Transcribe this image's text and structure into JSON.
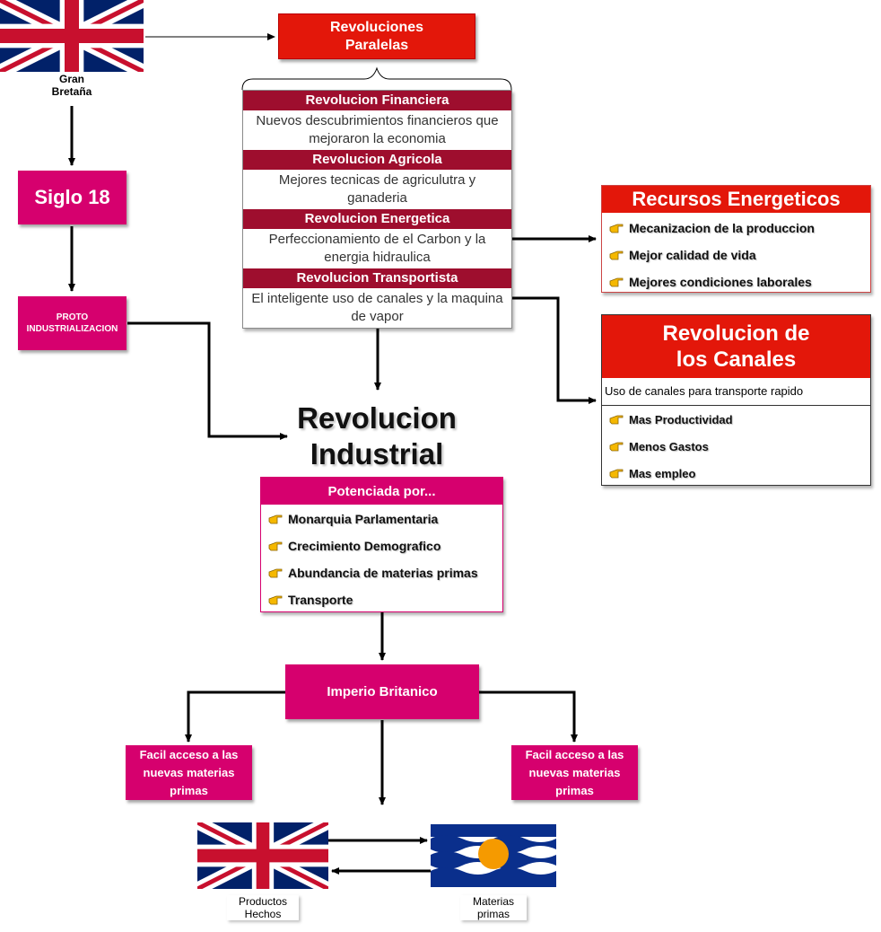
{
  "flags": {
    "uk_top_caption": "Gran\nBretaña",
    "uk_bottom_caption": "Productos\nHechos",
    "colony_caption": "Materias\nprimas"
  },
  "revoluciones_paralelas": {
    "title": "Revoluciones\nParalelas"
  },
  "siglo": {
    "label": "Siglo 18"
  },
  "proto": {
    "label": "PROTO\nINDUSTRIALIZACION"
  },
  "revoluciones": [
    {
      "title": "Revolucion Financiera",
      "desc": "Nuevos descubrimientos financieros que mejoraron la economia"
    },
    {
      "title": "Revolucion Agricola",
      "desc": "Mejores tecnicas de agriculutra y ganaderia"
    },
    {
      "title": "Revolucion Energetica",
      "desc": "Perfeccionamiento de el Carbon y la energia hidraulica"
    },
    {
      "title": "Revolucion Transportista",
      "desc": "El inteligente uso de canales y la maquina de vapor"
    }
  ],
  "recursos": {
    "title": "Recursos Energeticos",
    "items": [
      "Mecanizacion de la produccion",
      "Mejor calidad de vida",
      "Mejores condiciones laborales"
    ]
  },
  "canales": {
    "title": "Revolucion de\nlos Canales",
    "subtitle": "Uso de canales para transporte rapido",
    "items": [
      "Mas Productividad",
      "Menos Gastos",
      "Mas empleo"
    ]
  },
  "revolucion_industrial": {
    "title": "Revolucion\nIndustrial"
  },
  "potenciada": {
    "title": "Potenciada por...",
    "items": [
      "Monarquia Parlamentaria",
      "Crecimiento Demografico",
      "Abundancia de materias primas",
      "Transporte"
    ]
  },
  "imperio": {
    "label": "Imperio Britanico"
  },
  "facil_left": {
    "label": "Facil acceso a las\nnuevas materias\nprimas"
  },
  "facil_right": {
    "label": "Facil acceso a las\nnuevas materias\nprimas"
  },
  "colors": {
    "pink": "#d6006e",
    "red": "#e3170a",
    "maroon": "#9e0e2e",
    "hand": "#f5b800"
  }
}
